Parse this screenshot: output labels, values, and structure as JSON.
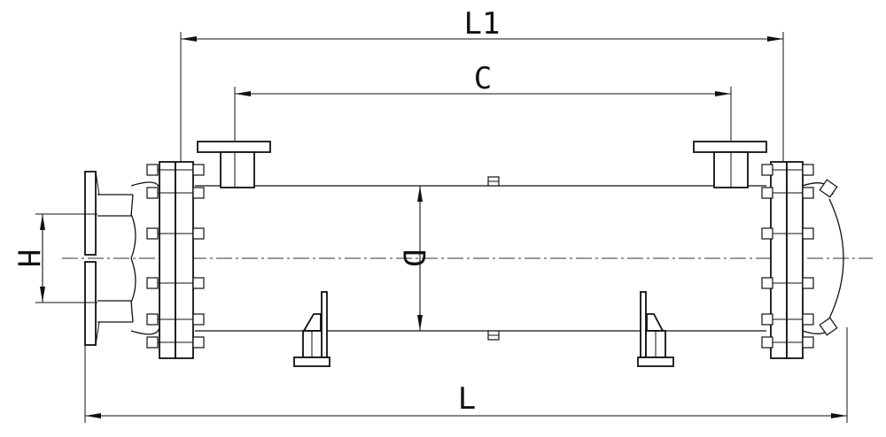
{
  "dimensions": {
    "overall_length": "L",
    "flange_length": "L1",
    "nozzle_spacing": "C",
    "shell_diameter": "D",
    "inlet_outlet_spacing": "H"
  }
}
